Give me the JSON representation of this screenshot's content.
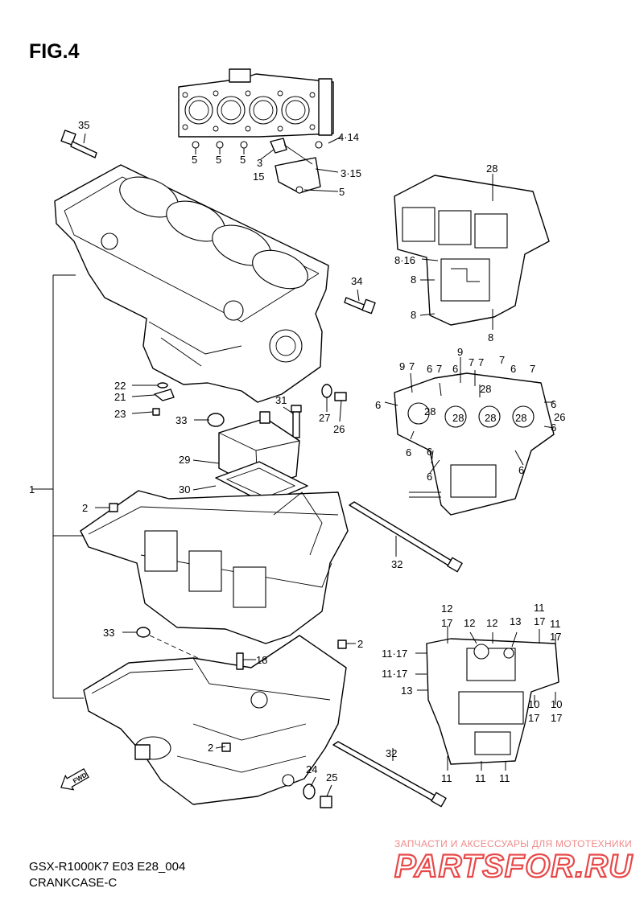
{
  "figure": {
    "title": "FIG.4",
    "model_code": "GSX-R1000K7 E03 E28_004",
    "subtitle": "CRANKCASE-C"
  },
  "watermark": {
    "tagline": "ЗАПЧАСТИ И АКСЕССУАРЫ ДЛЯ МОТОТЕХНИКИ",
    "brand": "PARTSFOR.RU"
  },
  "direction_marker": "FWD",
  "callouts": [
    {
      "id": "c01",
      "text": "35"
    },
    {
      "id": "c02",
      "text": "4·14"
    },
    {
      "id": "c03",
      "text": "5"
    },
    {
      "id": "c04",
      "text": "5"
    },
    {
      "id": "c05",
      "text": "5"
    },
    {
      "id": "c06",
      "text": "3"
    },
    {
      "id": "c07",
      "text": "15"
    },
    {
      "id": "c08",
      "text": "3·15"
    },
    {
      "id": "c09",
      "text": "5"
    },
    {
      "id": "c10",
      "text": "28"
    },
    {
      "id": "c11",
      "text": "8·16"
    },
    {
      "id": "c12",
      "text": "8"
    },
    {
      "id": "c13",
      "text": "8"
    },
    {
      "id": "c14",
      "text": "8"
    },
    {
      "id": "c15",
      "text": "34"
    },
    {
      "id": "c16",
      "text": "22"
    },
    {
      "id": "c17",
      "text": "21"
    },
    {
      "id": "c18",
      "text": "23"
    },
    {
      "id": "c19",
      "text": "31"
    },
    {
      "id": "c20",
      "text": "27"
    },
    {
      "id": "c21",
      "text": "26"
    },
    {
      "id": "c22",
      "text": "33"
    },
    {
      "id": "c23",
      "text": "29"
    },
    {
      "id": "c24",
      "text": "30"
    },
    {
      "id": "c25",
      "text": "1"
    },
    {
      "id": "c26",
      "text": "2"
    },
    {
      "id": "c27",
      "text": "9"
    },
    {
      "id": "c28",
      "text": "7"
    },
    {
      "id": "c29",
      "text": "9"
    },
    {
      "id": "c30",
      "text": "6"
    },
    {
      "id": "c31",
      "text": "7"
    },
    {
      "id": "c32",
      "text": "6"
    },
    {
      "id": "c33",
      "text": "7"
    },
    {
      "id": "c34",
      "text": "7"
    },
    {
      "id": "c35",
      "text": "7"
    },
    {
      "id": "c36",
      "text": "6"
    },
    {
      "id": "c37",
      "text": "7"
    },
    {
      "id": "c38",
      "text": "28"
    },
    {
      "id": "c39",
      "text": "6"
    },
    {
      "id": "c40",
      "text": "28"
    },
    {
      "id": "c41",
      "text": "28"
    },
    {
      "id": "c42",
      "text": "28"
    },
    {
      "id": "c43",
      "text": "28"
    },
    {
      "id": "c44",
      "text": "6"
    },
    {
      "id": "c45",
      "text": "26"
    },
    {
      "id": "c46",
      "text": "6"
    },
    {
      "id": "c47",
      "text": "6"
    },
    {
      "id": "c48",
      "text": "6"
    },
    {
      "id": "c49",
      "text": "6"
    },
    {
      "id": "c50",
      "text": "6"
    },
    {
      "id": "c51",
      "text": "32"
    },
    {
      "id": "c52",
      "text": "12"
    },
    {
      "id": "c53",
      "text": "17"
    },
    {
      "id": "c54",
      "text": "12"
    },
    {
      "id": "c55",
      "text": "12"
    },
    {
      "id": "c56",
      "text": "13"
    },
    {
      "id": "c57",
      "text": "11"
    },
    {
      "id": "c58",
      "text": "17"
    },
    {
      "id": "c59",
      "text": "11"
    },
    {
      "id": "c60",
      "text": "17"
    },
    {
      "id": "c61",
      "text": "33"
    },
    {
      "id": "c62",
      "text": "2"
    },
    {
      "id": "c63",
      "text": "18"
    },
    {
      "id": "c64",
      "text": "11·17"
    },
    {
      "id": "c65",
      "text": "11·17"
    },
    {
      "id": "c66",
      "text": "13"
    },
    {
      "id": "c67",
      "text": "10"
    },
    {
      "id": "c68",
      "text": "17"
    },
    {
      "id": "c69",
      "text": "10"
    },
    {
      "id": "c70",
      "text": "17"
    },
    {
      "id": "c71",
      "text": "2"
    },
    {
      "id": "c72",
      "text": "32"
    },
    {
      "id": "c73",
      "text": "24"
    },
    {
      "id": "c74",
      "text": "25"
    },
    {
      "id": "c75",
      "text": "11"
    },
    {
      "id": "c76",
      "text": "11"
    },
    {
      "id": "c77",
      "text": "11"
    }
  ]
}
